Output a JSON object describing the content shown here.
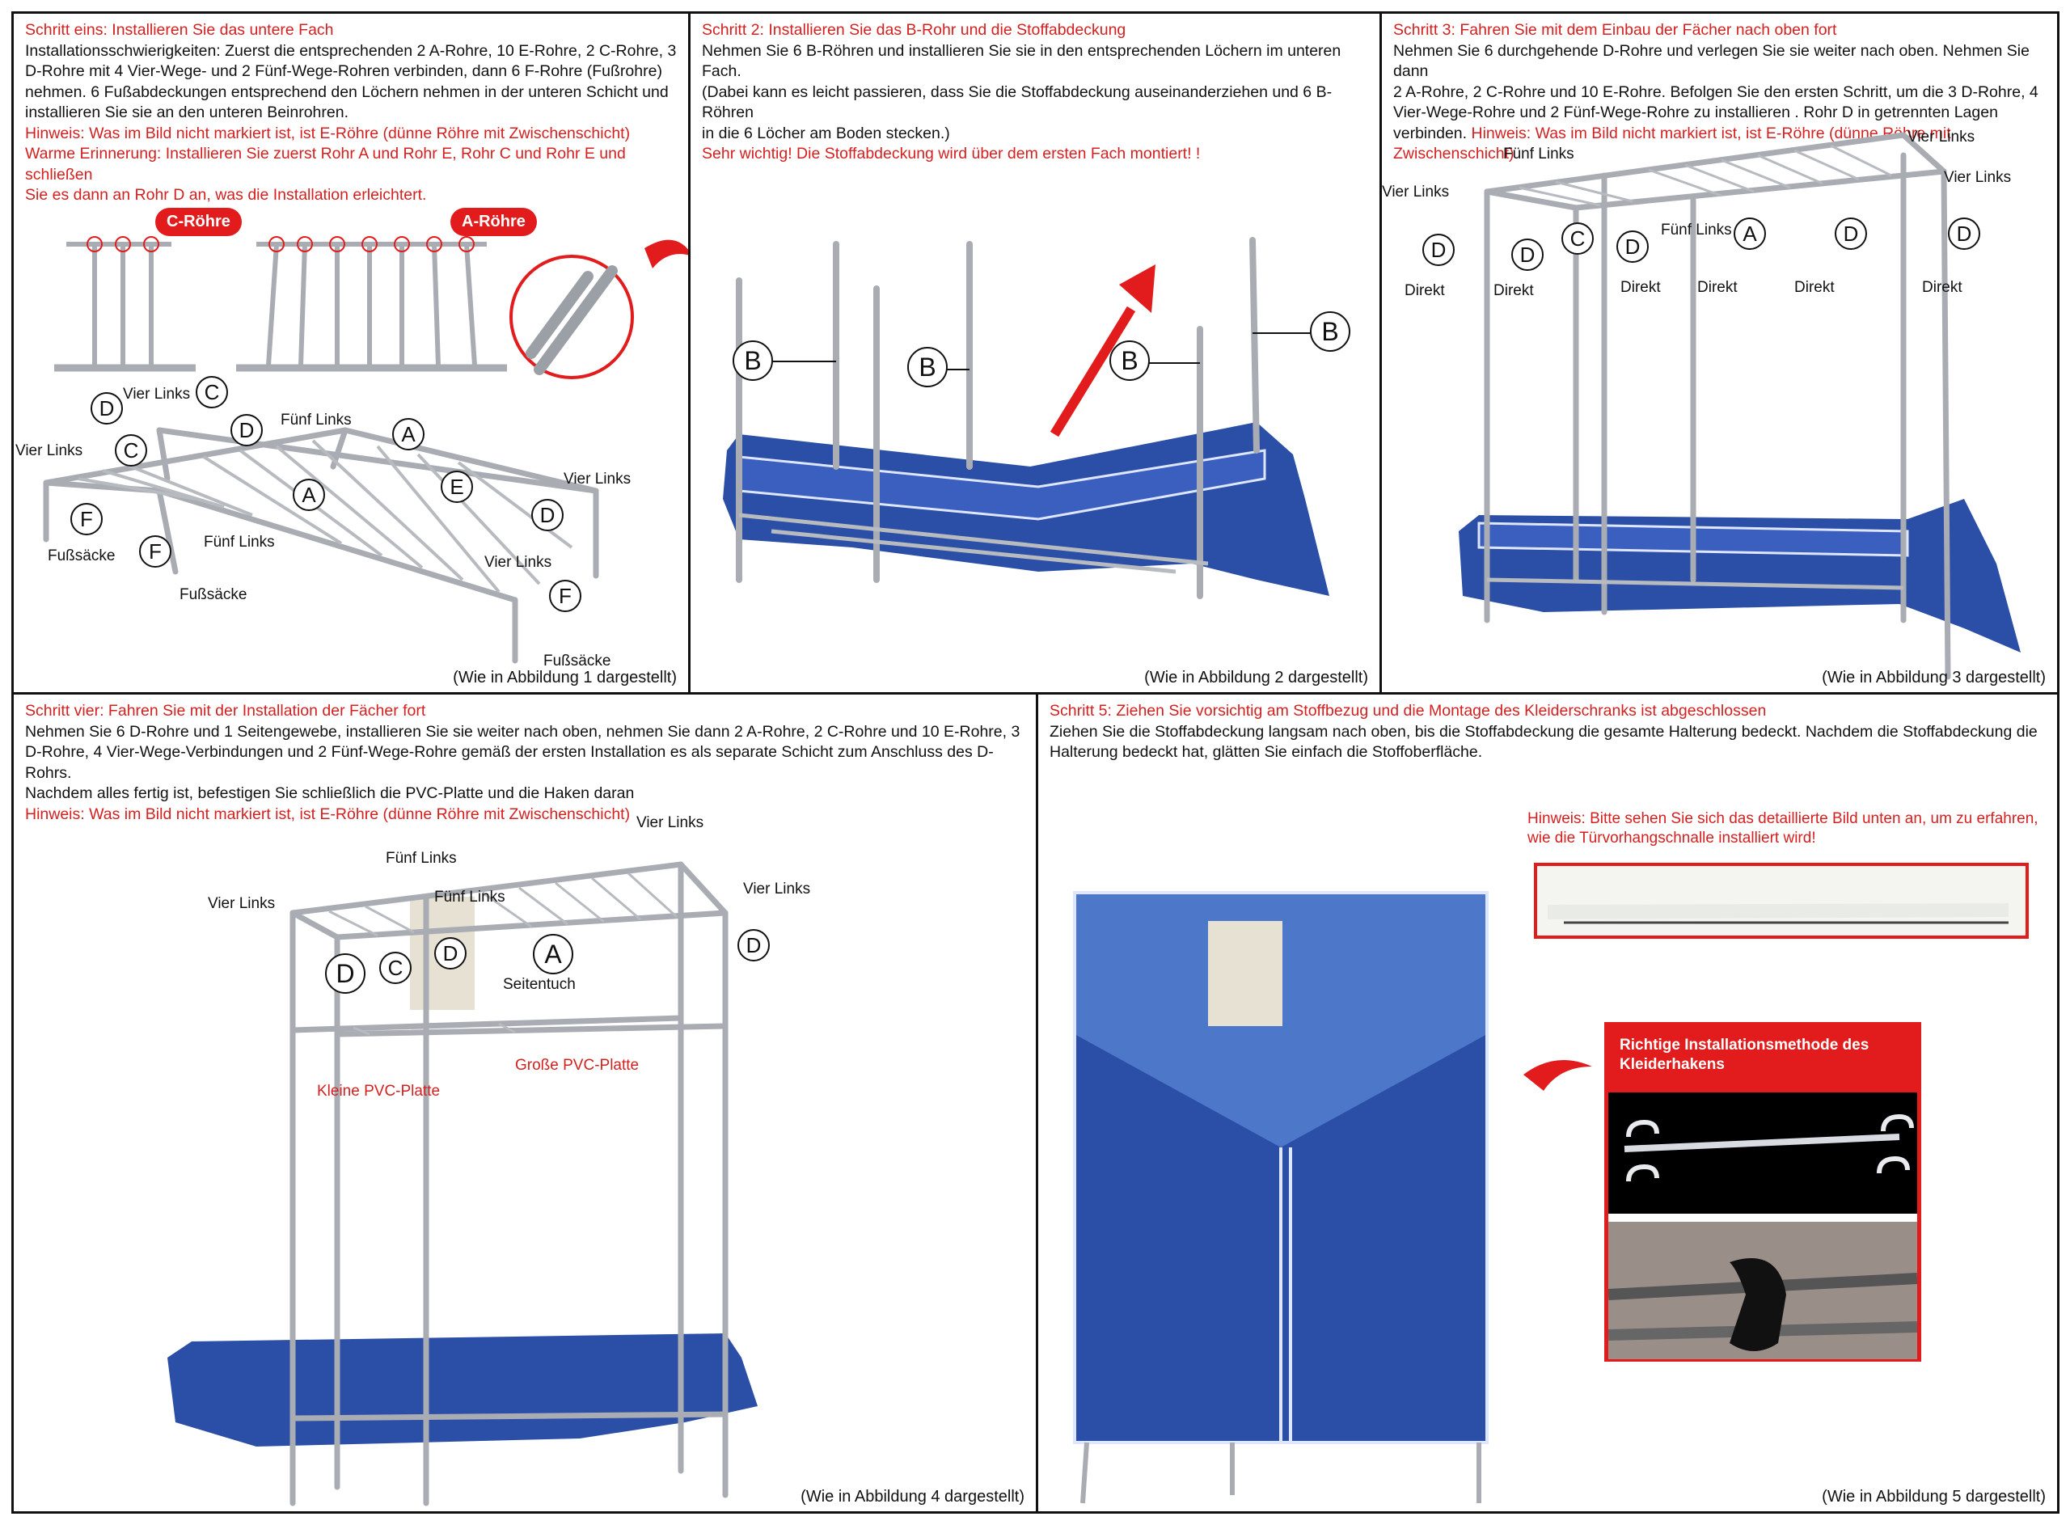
{
  "step1": {
    "title": "Schritt eins: Installieren Sie das untere Fach",
    "lines": [
      "Installationsschwierigkeiten: Zuerst die entsprechenden 2 A-Rohre, 10 E-Rohre, 2 C-Rohre, 3",
      "D-Rohre mit 4 Vier-Wege- und 2 Fünf-Wege-Rohren verbinden, dann 6 F-Rohre (Fußrohre)",
      "nehmen. 6 Fußabdeckungen entsprechend den Löchern nehmen in der unteren Schicht und",
      "installieren Sie sie an den unteren Beinrohren."
    ],
    "notes": [
      "Hinweis: Was im Bild nicht markiert ist, ist E-Röhre (dünne Röhre mit Zwischenschicht)",
      "Warme Erinnerung: Installieren Sie zuerst Rohr A und Rohr E, Rohr C und Rohr E und schließen",
      "Sie es dann an Rohr D an, was die Installation erleichtert."
    ],
    "bubble_c": "C-Röhre",
    "bubble_a": "A-Röhre",
    "labels": {
      "vier1": "Vier Links",
      "vier2": "Vier Links",
      "vier3": "Vier Links",
      "vier4": "Vier Links",
      "fuenf1": "Fünf Links",
      "fuenf2": "Fünf Links",
      "fuss1": "Fußsäcke",
      "fuss2": "Fußsäcke",
      "fuss3": "Fußsäcke"
    },
    "caption": "(Wie in Abbildung 1 dargestellt)"
  },
  "step2": {
    "title": "Schritt 2: Installieren Sie das B-Rohr und die Stoffabdeckung",
    "lines": [
      "Nehmen Sie 6 B-Röhren und installieren Sie sie in den entsprechenden Löchern im unteren Fach.",
      "(Dabei kann es leicht passieren, dass Sie die Stoffabdeckung auseinanderziehen und 6 B-Röhren",
      "in die 6 Löcher am Boden stecken.)"
    ],
    "warning": "Sehr wichtig! Die Stoffabdeckung wird über dem ersten Fach montiert! !",
    "caption": "(Wie in Abbildung 2 dargestellt)"
  },
  "step3": {
    "title": "Schritt 3: Fahren Sie mit dem Einbau der Fächer nach oben fort",
    "lines": [
      "Nehmen Sie 6 durchgehende D-Rohre und verlegen Sie sie weiter nach oben. Nehmen Sie dann",
      "2 A-Rohre, 2 C-Rohre und 10 E-Rohre. Befolgen Sie den ersten Schritt, um die 3 D-Rohre, 4",
      "Vier-Wege-Rohre und 2 Fünf-Wege-Rohre zu installieren . Rohr D in getrennten Lagen"
    ],
    "last_line": "verbinden.",
    "note": "Hinweis: Was im Bild nicht markiert ist, ist E-Röhre (dünne Röhre mit Zwischenschicht)",
    "labels": {
      "vier1": "Vier Links",
      "vier2": "Vier Links",
      "vier3": "Vier Links",
      "fuenf1": "Fünf Links",
      "fuenf2": "Fünf Links",
      "direkt": "Direkt"
    },
    "caption": "(Wie in Abbildung 3 dargestellt)"
  },
  "step4": {
    "title": "Schritt vier: Fahren Sie mit der Installation der Fächer fort",
    "lines": [
      "Nehmen Sie 6 D-Rohre und 1 Seitengewebe, installieren Sie sie weiter nach oben, nehmen Sie dann 2 A-Rohre, 2 C-Rohre und 10 E-Rohre, 3",
      "D-Rohre, 4 Vier-Wege-Verbindungen und 2 Fünf-Wege-Rohre gemäß der ersten Installation es als separate Schicht zum Anschluss des D-Rohrs.",
      "Nachdem alles fertig ist, befestigen Sie schließlich die PVC-Platte und die Haken daran"
    ],
    "note": "Hinweis: Was im Bild nicht markiert ist, ist E-Röhre (dünne Röhre mit Zwischenschicht)",
    "labels": {
      "vier1": "Vier Links",
      "vier2": "Vier Links",
      "vier3": "Vier Links",
      "fuenf1": "Fünf Links",
      "fuenf2": "Fünf Links",
      "seitentuch": "Seitentuch",
      "kleine": "Kleine PVC-Platte",
      "grosse": "Große PVC-Platte"
    },
    "caption": "(Wie in Abbildung 4 dargestellt)"
  },
  "step5": {
    "title": "Schritt 5: Ziehen Sie vorsichtig am Stoffbezug und die Montage des Kleiderschranks ist abgeschlossen",
    "lines": [
      "Ziehen Sie die Stoffabdeckung langsam nach oben, bis die Stoffabdeckung die gesamte Halterung bedeckt. Nachdem die Stoffabdeckung die",
      "Halterung bedeckt hat, glätten Sie einfach die Stoffoberfläche."
    ],
    "hint_lines": [
      "Hinweis: Bitte sehen Sie sich das detaillierte Bild unten an, um zu erfahren,",
      "wie die Türvorhangschnalle installiert wird!"
    ],
    "hook_title_lines": [
      "Richtige Installationsmethode des",
      "Kleiderhakens"
    ],
    "caption": "(Wie in Abbildung 5 dargestellt)"
  },
  "colors": {
    "red": "#d42020",
    "fabric": "#2b4fa6",
    "metal": "#a9adb3"
  }
}
